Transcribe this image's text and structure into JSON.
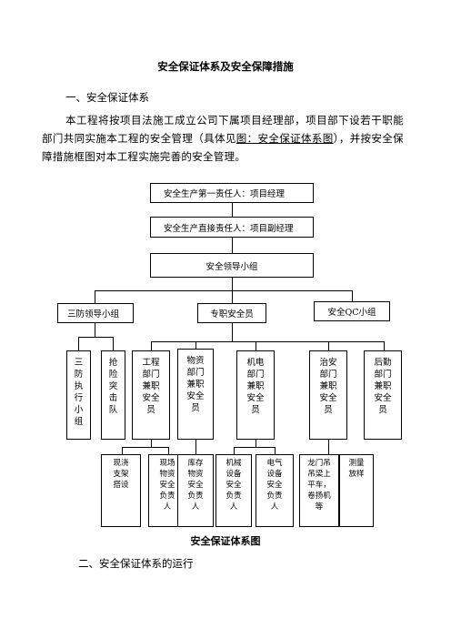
{
  "title": "安全保证体系及安全保障措施",
  "section1": "一、安全保证体系",
  "paragraph": {
    "part1": "本工程将按项目法施工成立公司下属项目经理部，项目部下设若干职能部门共同实施本工程的安全管理（具体见",
    "link": "图：安全保证体系图",
    "part2": "），并按安全保障措施框图对本工程实施完善的安全管理。"
  },
  "chart": {
    "top1": "安全生产第一责任人：项目经理",
    "top2": "安全生产直接责任人：项目副经理",
    "top3": "安全领导小组",
    "left_group": "三防领导小组",
    "mid_group": "专职安全员",
    "right_group": "安全QC小组",
    "level4": [
      "三防执行小组",
      "抢险突击队",
      "工程部门兼职安全员",
      "物资部门兼职安全员",
      "机电部门兼职安全员",
      "治安部门兼职安全员",
      "后勤部门兼职安全员"
    ],
    "level5": [
      "现浇支架搭设",
      "现场物资安全负责人",
      "库存物资安全负责人",
      "机械设备安全负责人",
      "电气设备安全负责人",
      "龙门吊吊梁上平车，卷扬机等",
      "测量放样"
    ]
  },
  "caption": "安全保证体系图",
  "section2": "二、安全保证体系的运行"
}
